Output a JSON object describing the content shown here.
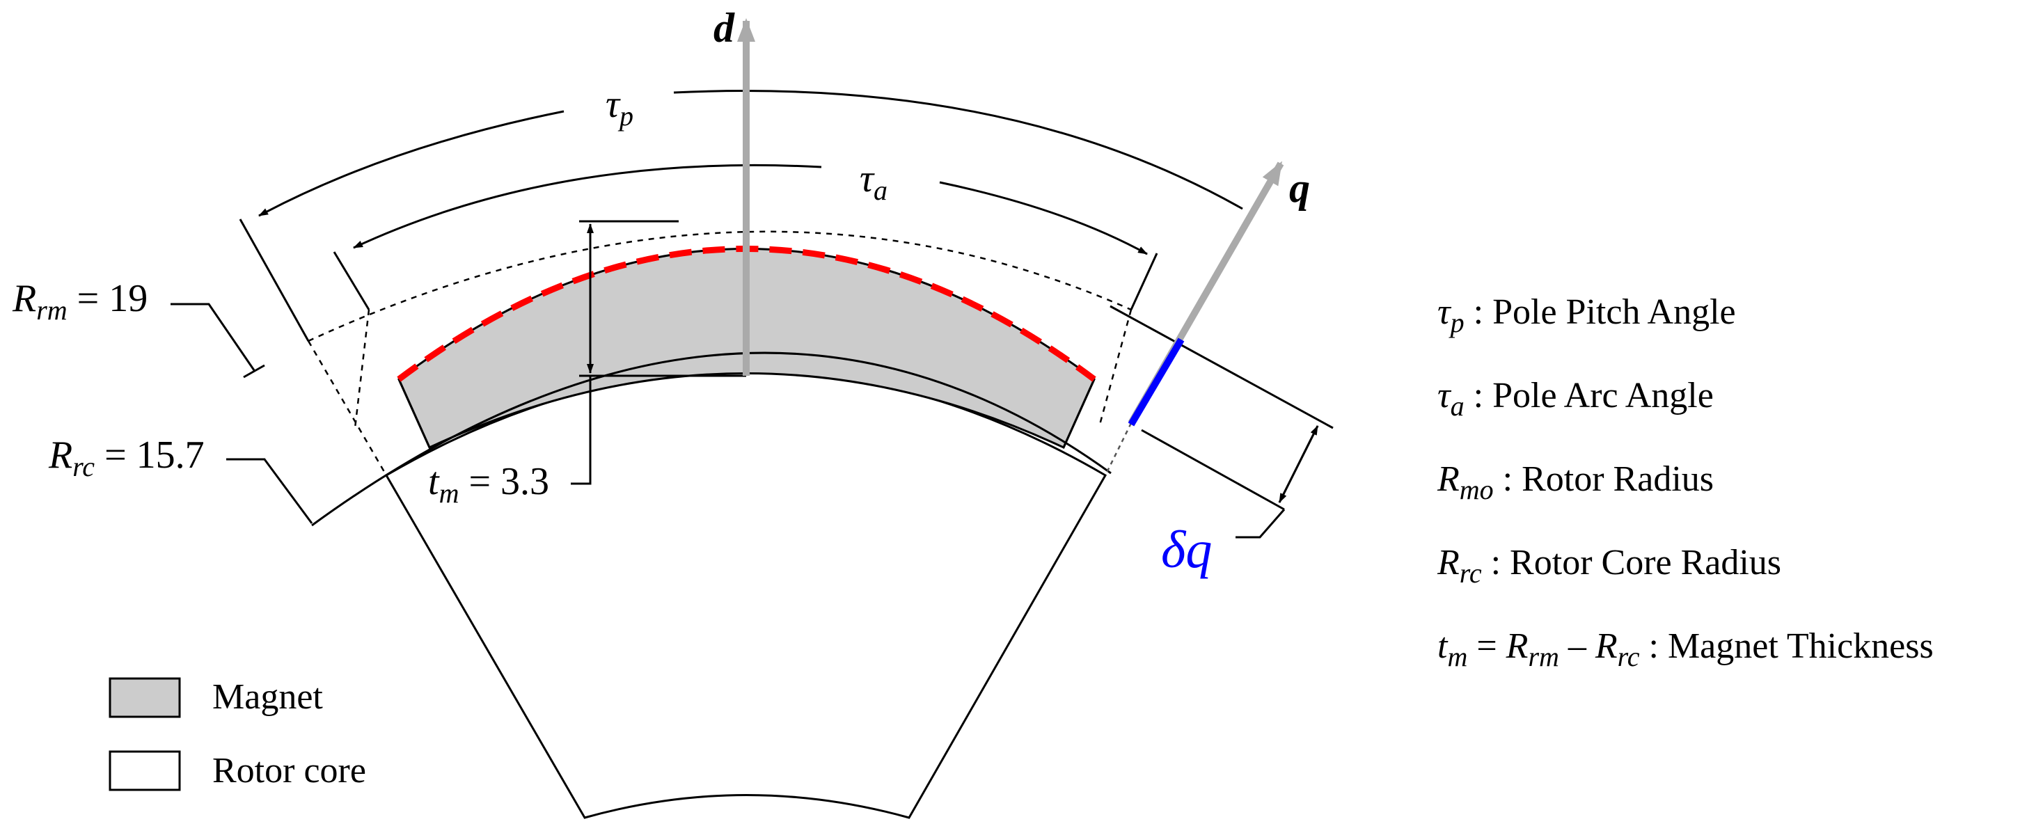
{
  "colors": {
    "magnet_fill": "#cccccc",
    "rotor_core_fill": "#ffffff",
    "outline": "#000000",
    "axis_gray": "#aaaaaa",
    "arc_dashed_red": "#ff0000",
    "delta_q_blue": "#0000ff"
  },
  "axes": {
    "d_label": "d",
    "q_label": "q"
  },
  "annotations": {
    "tau_p": {
      "sym": "τ",
      "sub": "p"
    },
    "tau_a": {
      "sym": "τ",
      "sub": "a"
    },
    "r_rm": {
      "sym": "R",
      "sub": "rm",
      "value": " = 19"
    },
    "r_rc": {
      "sym": "R",
      "sub": "rc",
      "value": " = 15.7"
    },
    "t_m": {
      "sym": "t",
      "sub": "m",
      "value": " = 3.3"
    },
    "delta_q": "δq"
  },
  "definitions": [
    {
      "sym": "τ",
      "sub": "p",
      "text": " : Pole Pitch Angle"
    },
    {
      "sym": "τ",
      "sub": "a",
      "text": " : Pole Arc Angle"
    },
    {
      "sym": "R",
      "sub": "mo",
      "text": " : Rotor Radius"
    },
    {
      "sym": "R",
      "sub": "rc",
      "text": " : Rotor Core Radius"
    },
    {
      "sym": "t",
      "sub": "m",
      "text": " = ",
      "sym2": "R",
      "sub2": "rm",
      "mid": " – ",
      "sym3": "R",
      "sub3": "rc",
      "text2": " : Magnet Thickness"
    }
  ],
  "legend": [
    {
      "label": "Magnet",
      "fill": "#cccccc"
    },
    {
      "label": "Rotor core",
      "fill": "#ffffff"
    }
  ]
}
